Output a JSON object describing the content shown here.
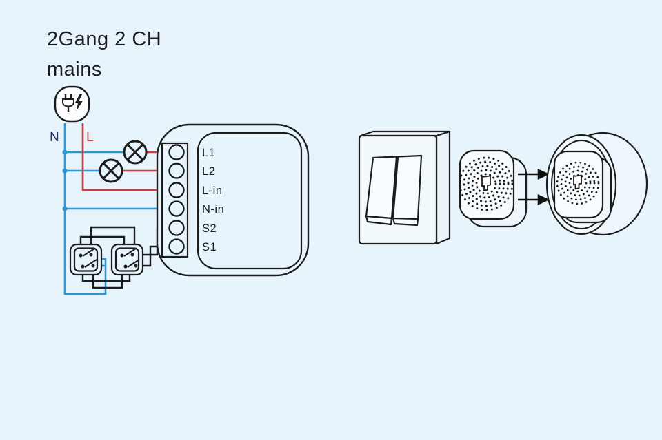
{
  "title": {
    "line1": "2Gang 2 CH",
    "line2": "mains"
  },
  "wire_labels": {
    "neutral": "N",
    "live": "L"
  },
  "module": {
    "terminals": [
      "L1",
      "L2",
      "L-in",
      "N-in",
      "S2",
      "S1"
    ]
  },
  "icons": {
    "power_source": "plug-lightning-icon",
    "lamp": "lamp-circle-x-icon",
    "arrow": "arrow-right-icon"
  },
  "colors": {
    "background": "#e8f4fc",
    "neutral_wire": "#2b97d6",
    "live_wire": "#d2393e",
    "switch_wire": "#1c1c1c",
    "outline": "#1c1c1c",
    "neutral_label_color": "#27356a",
    "live_label_color": "#cf3940",
    "title_color": "#1d1d1f"
  }
}
